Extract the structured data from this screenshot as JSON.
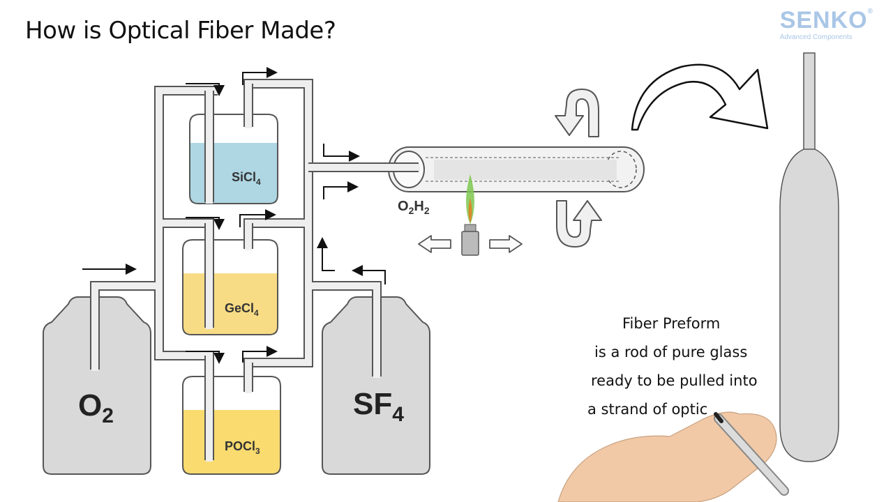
{
  "title": "How is Optical Fiber Made?",
  "logo": {
    "brand": "SENKO",
    "reg": "®",
    "tagline": "Advanced Components"
  },
  "bottles": {
    "left": "O",
    "left_sub": "2",
    "right": "SF",
    "right_sub": "4"
  },
  "beakers": [
    {
      "label": "SiCl",
      "sub": "4",
      "color": "#aed6e3"
    },
    {
      "label": "GeCl",
      "sub": "4",
      "color": "#f8dc85"
    },
    {
      "label": "POCl",
      "sub": "3",
      "color": "#fadb6f"
    }
  ],
  "torch_label": {
    "a": "O",
    "a_sub": "2",
    "b": "H",
    "b_sub": "2"
  },
  "caption_lines": [
    "Fiber Preform",
    "is a rod of pure glass",
    "ready to be pulled into",
    "a strand of optic"
  ],
  "colors": {
    "pipe": "#eeeeee",
    "outline": "#555555",
    "bottle": "#d9d9d9",
    "flame": "#7ec850"
  }
}
